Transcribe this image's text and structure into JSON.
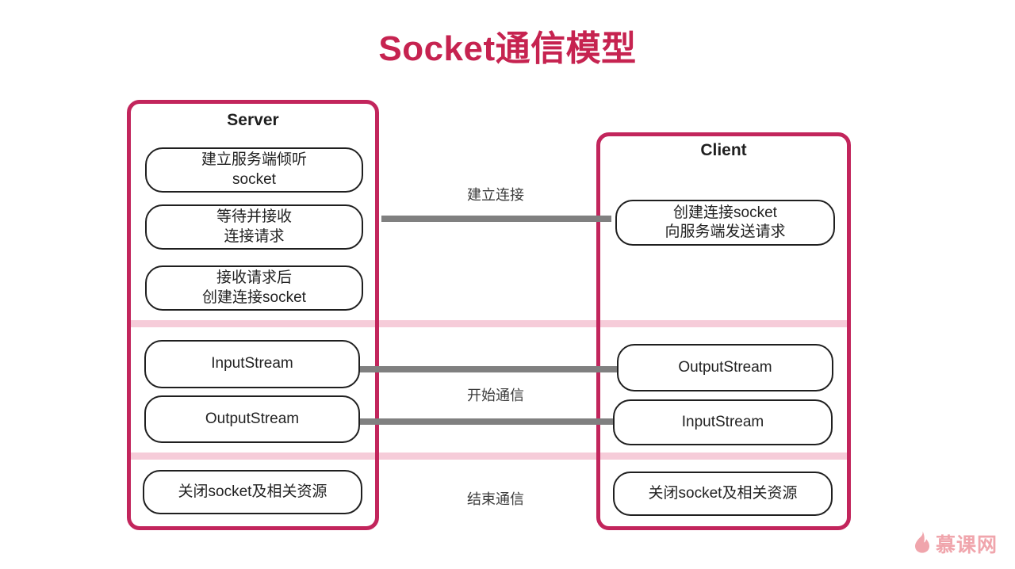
{
  "title": "Socket通信模型",
  "colors": {
    "title": "#c62350",
    "column_border": "#c2255c",
    "phase_band": "#f6ccd9",
    "connector_line": "#808080",
    "step_border": "#1f1f1f",
    "watermark": "#f0a5ac"
  },
  "server": {
    "title": "Server",
    "steps": [
      {
        "line1": "建立服务端倾听",
        "line2": "socket"
      },
      {
        "line1": "等待并接收",
        "line2": "连接请求"
      },
      {
        "line1": "接收请求后",
        "line2": "创建连接socket"
      },
      {
        "line1": "InputStream",
        "line2": ""
      },
      {
        "line1": "OutputStream",
        "line2": ""
      },
      {
        "line1": "关闭socket及相关资源",
        "line2": ""
      }
    ]
  },
  "client": {
    "title": "Client",
    "steps": [
      {
        "line1": "创建连接socket",
        "line2": "向服务端发送请求"
      },
      {
        "line1": "OutputStream",
        "line2": ""
      },
      {
        "line1": "InputStream",
        "line2": ""
      },
      {
        "line1": "关闭socket及相关资源",
        "line2": ""
      }
    ]
  },
  "connectors": {
    "establish_label": "建立连接",
    "communicate_label": "开始通信",
    "close_label": "结束通信"
  },
  "watermark": {
    "text": "慕课网",
    "flame_icon": "flame-icon"
  }
}
